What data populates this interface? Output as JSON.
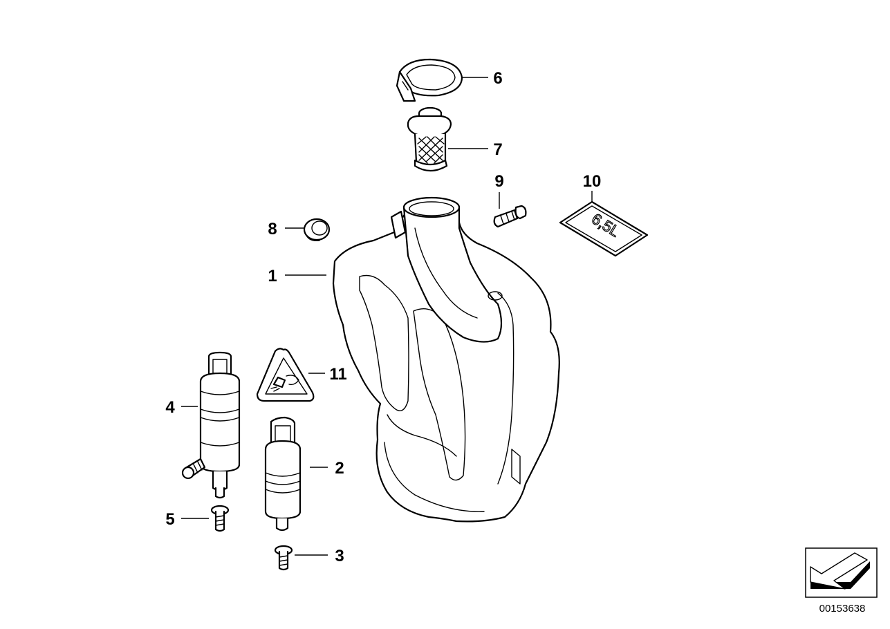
{
  "diagram": {
    "callouts": [
      {
        "id": "1",
        "label": "1",
        "part": "washer-fluid-reservoir"
      },
      {
        "id": "2",
        "label": "2",
        "part": "washer-pump"
      },
      {
        "id": "3",
        "label": "3",
        "part": "screw"
      },
      {
        "id": "4",
        "label": "4",
        "part": "washer-pump-double"
      },
      {
        "id": "5",
        "label": "5",
        "part": "screw"
      },
      {
        "id": "6",
        "label": "6",
        "part": "filler-cap"
      },
      {
        "id": "7",
        "label": "7",
        "part": "filter-strainer"
      },
      {
        "id": "8",
        "label": "8",
        "part": "grommet"
      },
      {
        "id": "9",
        "label": "9",
        "part": "bolt"
      },
      {
        "id": "10",
        "label": "10",
        "part": "capacity-label"
      },
      {
        "id": "11",
        "label": "11",
        "part": "warning-label"
      }
    ],
    "capacity_label_text": "6,5L",
    "document_number": "00153638",
    "line_color": "#000000",
    "background_color": "#ffffff"
  }
}
